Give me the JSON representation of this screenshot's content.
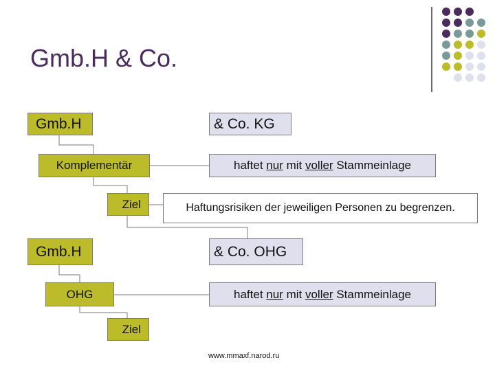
{
  "title": "Gmb.H & Co.",
  "colors": {
    "purple": "#4b2a5c",
    "teal": "#7a9a9a",
    "olive": "#bcbb2a",
    "lavender": "#dfdfee"
  },
  "boxes": {
    "gmbh_1": "Gmb.H",
    "co_kg": "& Co. KG",
    "komplementaer": "Komplementär",
    "haftet_1": {
      "pre": "haftet ",
      "nur": "nur",
      "mid": " mit ",
      "voller": "voller",
      "post": " Stammeinlage"
    },
    "ziel_1": "Ziel",
    "haftungsrisiken": "Haftungsrisiken der jeweiligen Personen zu begrenzen.",
    "gmbh_2": "Gmb.H",
    "co_ohg": "& Co. OHG",
    "ohg": "OHG",
    "haftet_2": {
      "pre": "haftet ",
      "nur": "nur",
      "mid": " mit ",
      "voller": "voller",
      "post": " Stammeinlage"
    },
    "ziel_2": "Ziel"
  },
  "footer": "www.mmaxf.narod.ru"
}
